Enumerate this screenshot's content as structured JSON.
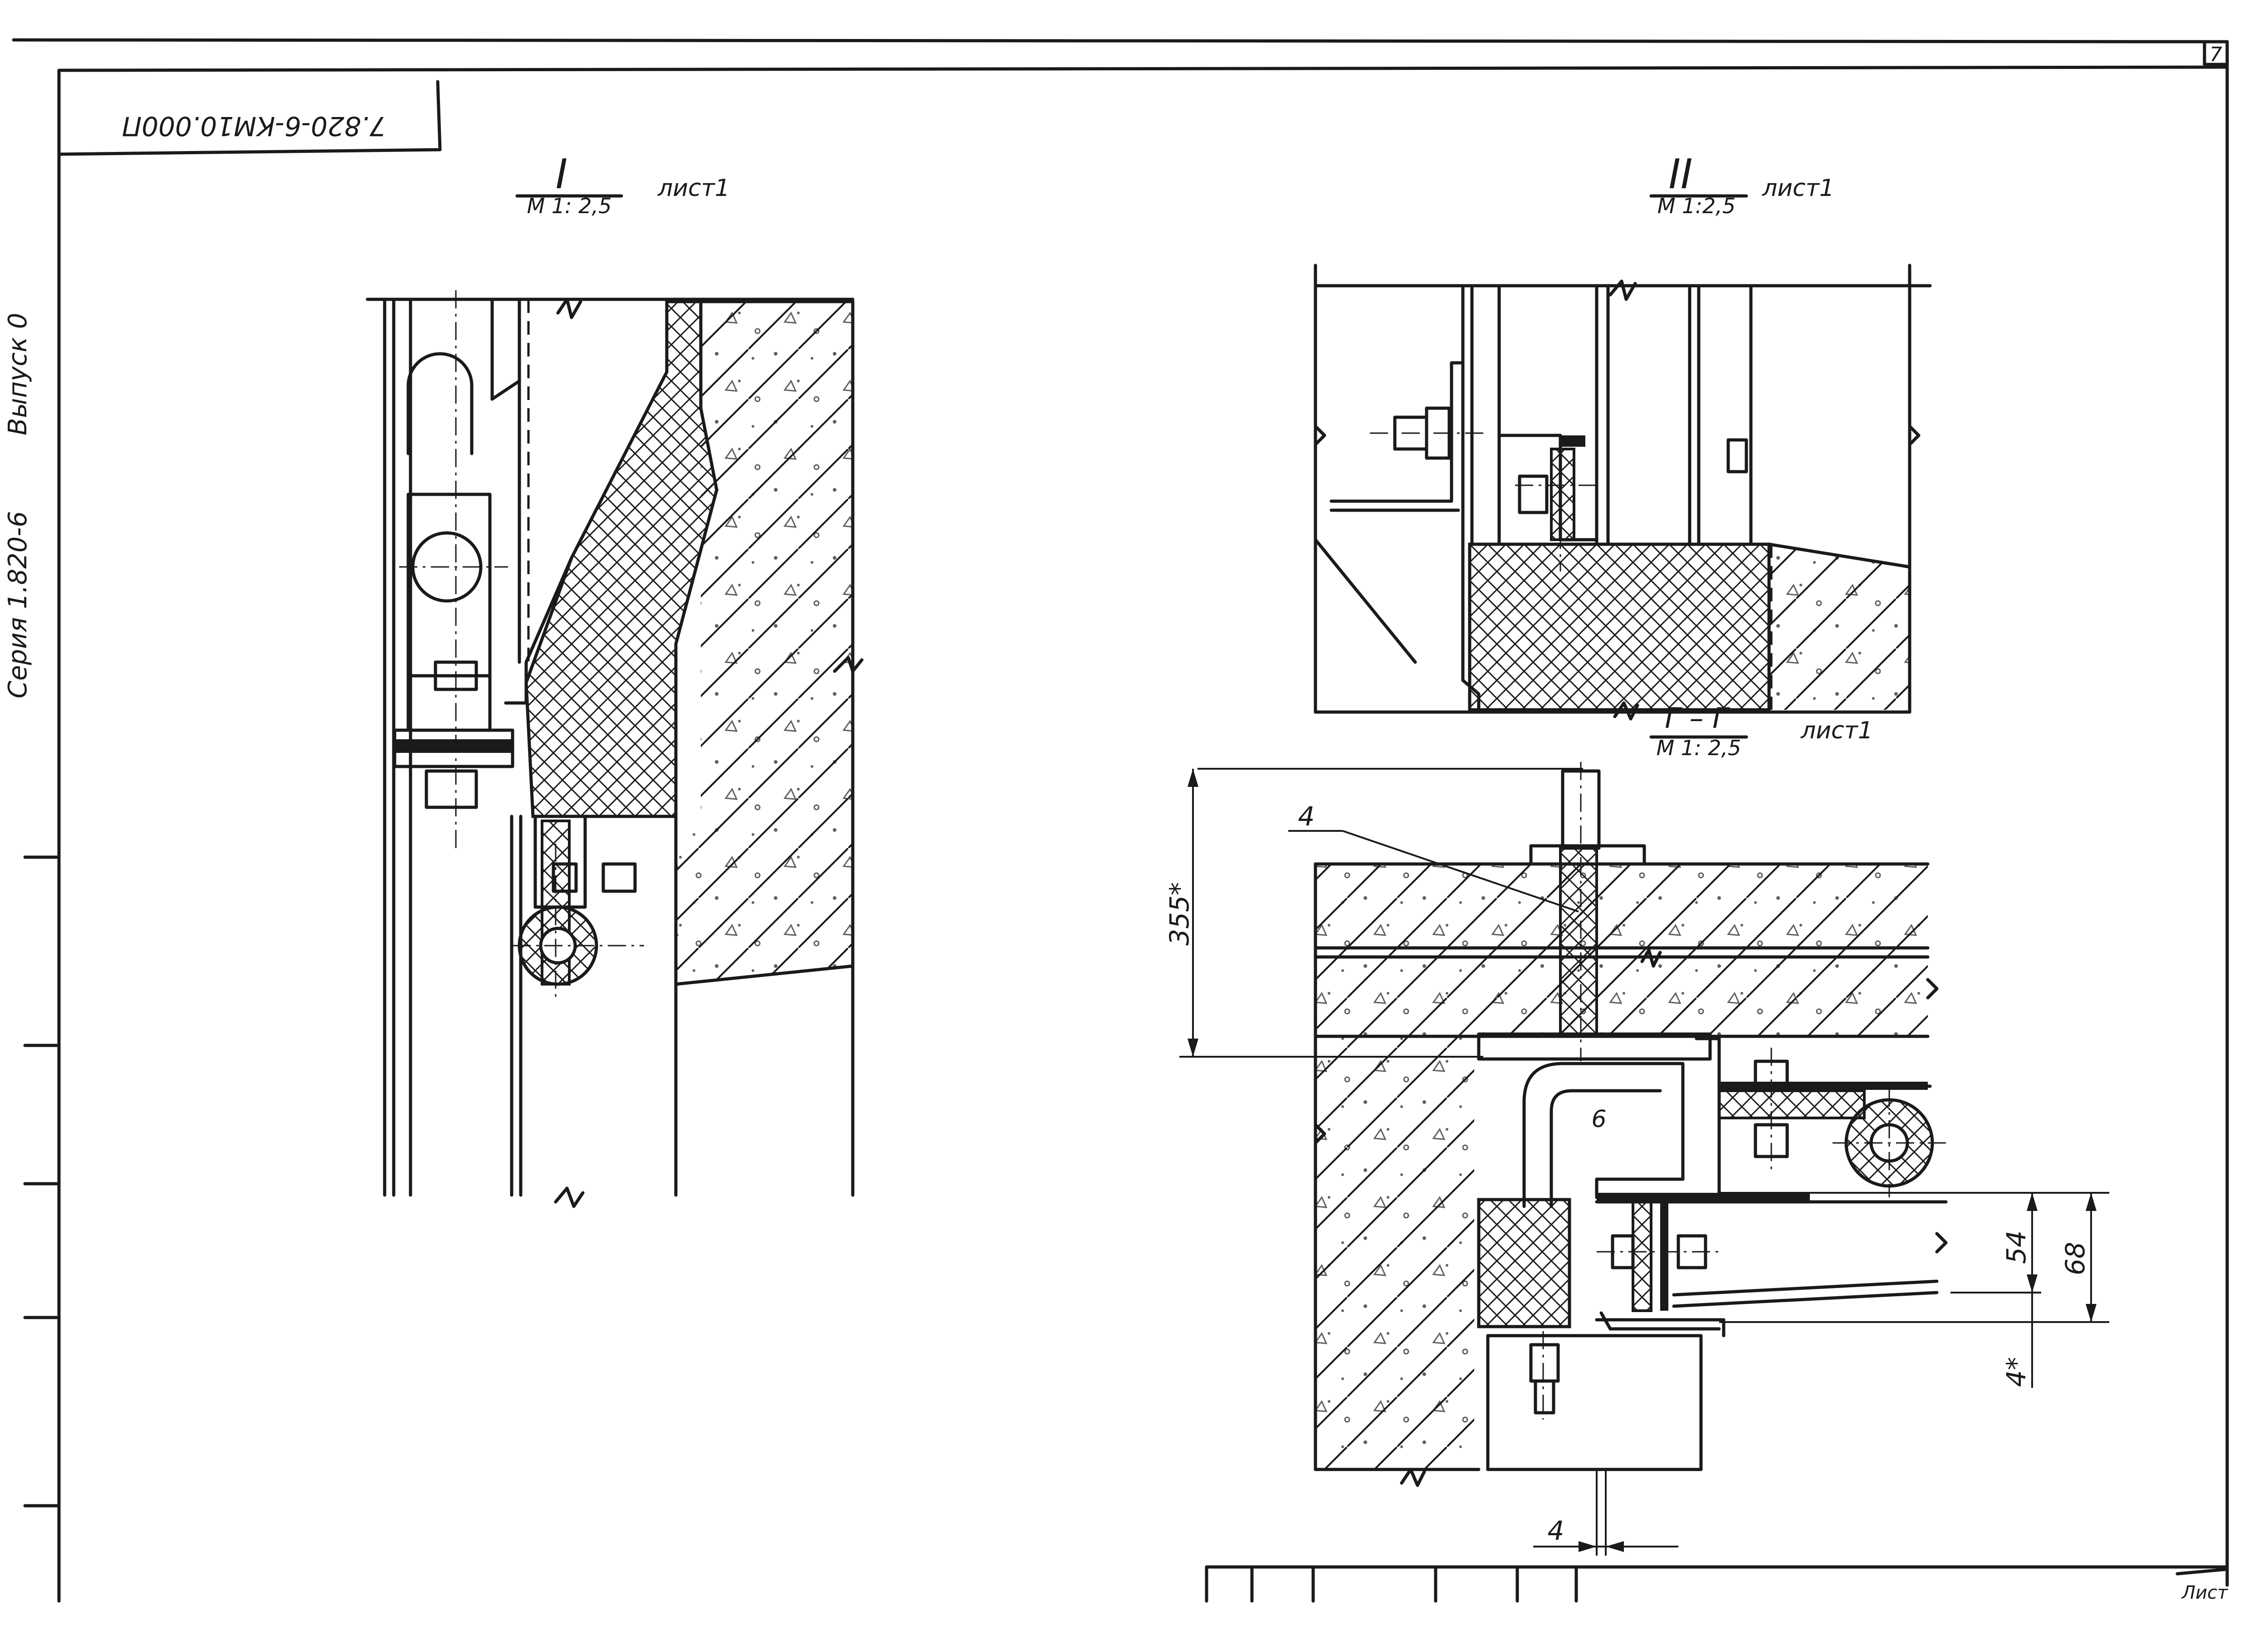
{
  "page_number": "7",
  "doc_code": "7.820-6-КМ10.000П",
  "side_stamp": {
    "series": "Серия 1.820-6",
    "issue": "Выпуск 0"
  },
  "views": [
    {
      "mark": "I",
      "scale": "М 1: 2,5",
      "ref": "лист1"
    },
    {
      "mark": "II",
      "scale": "М 1:2,5",
      "ref": "лист1"
    },
    {
      "mark": "Г – Г",
      "scale": "М 1: 2,5",
      "ref": "лист1"
    }
  ],
  "dimensions": {
    "d355": "355*",
    "d54": "54",
    "d68": "68",
    "d4_vert": "4*",
    "d4_horiz": "4"
  },
  "callouts": {
    "c4": "4",
    "c6": "6"
  },
  "title_block_fragment": "Лист",
  "colors": {
    "ink": "#1a1a1a",
    "paper": "#ffffff"
  }
}
